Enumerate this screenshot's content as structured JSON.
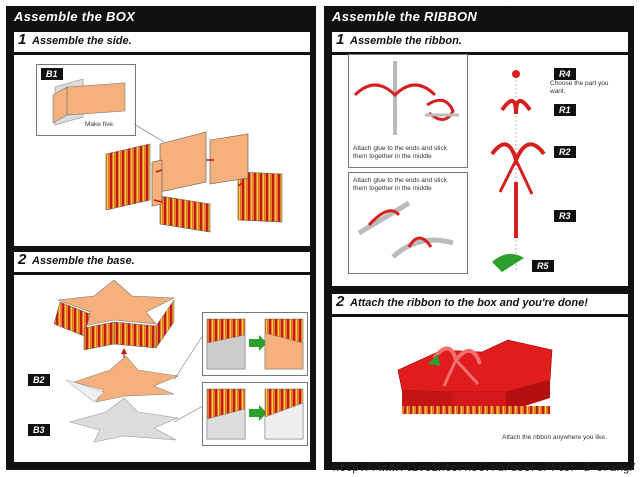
{
  "left": {
    "title": "Assemble the BOX",
    "step1": {
      "num": "1",
      "title": "Assemble the side.",
      "label": "B1",
      "note": "Make five."
    },
    "step2": {
      "num": "2",
      "title": "Assemble the base.",
      "labels": [
        "B2",
        "B3"
      ]
    }
  },
  "right": {
    "title": "Assemble the RIBBON",
    "step1": {
      "num": "1",
      "title": "Assemble the ribbon.",
      "labels": [
        "R4",
        "R1",
        "R2",
        "R3",
        "R5"
      ],
      "choose_note": "Choose the part you want.",
      "note1": "Attach glue to the ends and stick them together in the middle",
      "note2": "Attach glue to the ends and stick them together in the middle"
    },
    "step2": {
      "num": "2",
      "title": "Attach the ribbon to the box and you're done!",
      "note": "Attach the ribbon anywhere you like."
    }
  },
  "footer": {
    "url": "http://www.liveinternet.ru/users/fler-d-orang/"
  },
  "colors": {
    "panel": "#111111",
    "ribbon": "#d62020",
    "box_red": "#e01c1c",
    "stripe_orange": "#e87a2a",
    "paper": "#f5b07c",
    "arrow": "#cc1111",
    "green": "#2ca02c"
  }
}
